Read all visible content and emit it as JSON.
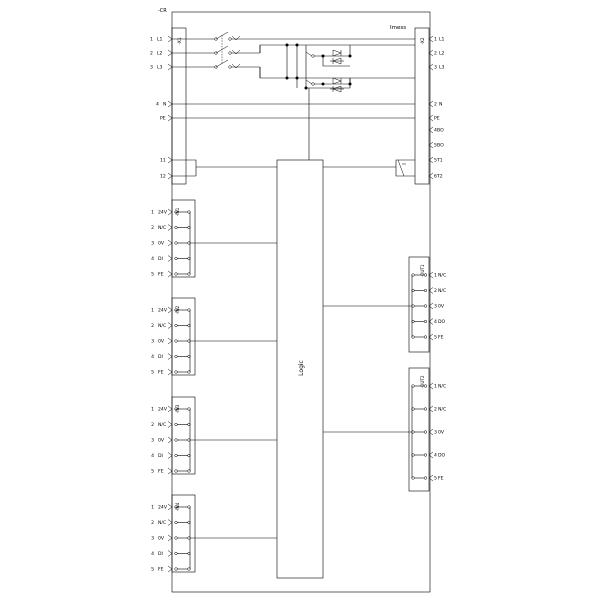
{
  "device": {
    "tag": "-CR",
    "logic_label": "Logic",
    "meter_label": "Imess"
  },
  "x1": {
    "tag": "-X1",
    "terminals": [
      {
        "num": "1",
        "sig": "L1"
      },
      {
        "num": "2",
        "sig": "L2"
      },
      {
        "num": "3",
        "sig": "L3"
      },
      {
        "num": "4",
        "sig": "N"
      },
      {
        "num": "",
        "sig": "PE"
      },
      {
        "num": "11",
        "sig": ""
      },
      {
        "num": "12",
        "sig": ""
      }
    ]
  },
  "x2": {
    "tag": "-X2",
    "terminals": [
      {
        "num": "1",
        "sig": "L1"
      },
      {
        "num": "2",
        "sig": "L2"
      },
      {
        "num": "3",
        "sig": "L3"
      },
      {
        "num": "2",
        "sig": "N"
      },
      {
        "num": "",
        "sig": "PE"
      },
      {
        "num": "4",
        "sig": "BO"
      },
      {
        "num": "5",
        "sig": "BO"
      },
      {
        "num": "5",
        "sig": "T1"
      },
      {
        "num": "6",
        "sig": "T2"
      }
    ]
  },
  "inputs": [
    {
      "tag": "-IN1",
      "terminals": [
        {
          "num": "1",
          "sig": "24V"
        },
        {
          "num": "2",
          "sig": "N/C"
        },
        {
          "num": "3",
          "sig": "0V"
        },
        {
          "num": "4",
          "sig": "DI"
        },
        {
          "num": "5",
          "sig": "FE"
        }
      ]
    },
    {
      "tag": "-IN2",
      "terminals": [
        {
          "num": "1",
          "sig": "24V"
        },
        {
          "num": "2",
          "sig": "N/C"
        },
        {
          "num": "3",
          "sig": "0V"
        },
        {
          "num": "4",
          "sig": "DI"
        },
        {
          "num": "5",
          "sig": "FE"
        }
      ]
    },
    {
      "tag": "-IN3",
      "terminals": [
        {
          "num": "1",
          "sig": "24V"
        },
        {
          "num": "2",
          "sig": "N/C"
        },
        {
          "num": "3",
          "sig": "0V"
        },
        {
          "num": "4",
          "sig": "DI"
        },
        {
          "num": "5",
          "sig": "FE"
        }
      ]
    },
    {
      "tag": "-IN4",
      "terminals": [
        {
          "num": "1",
          "sig": "24V"
        },
        {
          "num": "2",
          "sig": "N/C"
        },
        {
          "num": "3",
          "sig": "0V"
        },
        {
          "num": "4",
          "sig": "DI"
        },
        {
          "num": "5",
          "sig": "FE"
        }
      ]
    }
  ],
  "outputs": [
    {
      "tag": "-OUT1",
      "terminals": [
        {
          "num": "1",
          "sig": "N/C"
        },
        {
          "num": "2",
          "sig": "N/C"
        },
        {
          "num": "3",
          "sig": "0V"
        },
        {
          "num": "4",
          "sig": "DO"
        },
        {
          "num": "5",
          "sig": "FE"
        }
      ]
    },
    {
      "tag": "-OUT2",
      "terminals": [
        {
          "num": "1",
          "sig": "N/C"
        },
        {
          "num": "2",
          "sig": "N/C"
        },
        {
          "num": "3",
          "sig": "0V"
        },
        {
          "num": "4",
          "sig": "DO"
        },
        {
          "num": "5",
          "sig": "FE"
        }
      ]
    }
  ]
}
